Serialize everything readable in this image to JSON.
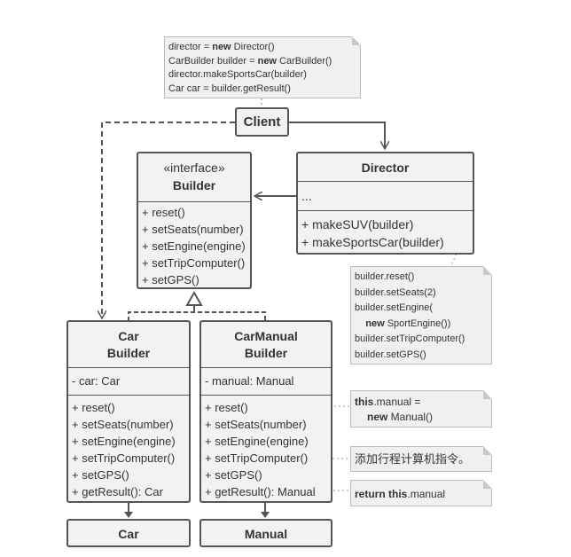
{
  "client_note": {
    "lines": [
      {
        "pre": "director = ",
        "kw": "new",
        "post": " Director()"
      },
      {
        "pre": "CarBuilder builder = ",
        "kw": "new",
        "post": " CarBuilder()"
      },
      {
        "pre": "director.makeSportsCar(builder)",
        "kw": "",
        "post": ""
      },
      {
        "pre": "Car car = builder.getResult()",
        "kw": "",
        "post": ""
      }
    ]
  },
  "client": {
    "title": "Client"
  },
  "builder_interface": {
    "stereotype": "«interface»",
    "title": "Builder",
    "methods": [
      "+ reset()",
      "+ setSeats(number)",
      "+ setEngine(engine)",
      "+ setTripComputer()",
      "+ setGPS()"
    ]
  },
  "director": {
    "title": "Director",
    "fields": [
      "..."
    ],
    "methods": [
      "+ makeSUV(builder)",
      "+ makeSportsCar(builder)"
    ]
  },
  "director_note": {
    "lines": [
      {
        "pre": "builder.reset()",
        "kw": "",
        "post": ""
      },
      {
        "pre": "builder.setSeats(2)",
        "kw": "",
        "post": ""
      },
      {
        "pre": "builder.setEngine(",
        "kw": "",
        "post": ""
      },
      {
        "pre": "    ",
        "kw": "new",
        "post": " SportEngine())"
      },
      {
        "pre": "builder.setTripComputer()",
        "kw": "",
        "post": ""
      },
      {
        "pre": "builder.setGPS()",
        "kw": "",
        "post": ""
      }
    ]
  },
  "car_builder": {
    "title_line1": "Car",
    "title_line2": "Builder",
    "fields": [
      "- car: Car"
    ],
    "methods": [
      "+ reset()",
      "+ setSeats(number)",
      "+ setEngine(engine)",
      "+ setTripComputer()",
      "+ setGPS()",
      "+ getResult(): Car"
    ]
  },
  "car_manual_builder": {
    "title_line1": "CarManual",
    "title_line2": "Builder",
    "fields": [
      "- manual: Manual"
    ],
    "methods": [
      "+ reset()",
      "+ setSeats(number)",
      "+ setEngine(engine)",
      "+ setTripComputer()",
      "+ setGPS()",
      "+ getResult(): Manual"
    ]
  },
  "reset_note": {
    "line1_kw": "this",
    "line1_post": ".manual =",
    "line2_kw": "new",
    "line2_post": " Manual()"
  },
  "trip_note": {
    "text": "添加行程计算机指令。"
  },
  "result_note": {
    "kw1": "return",
    "kw2": "this",
    "post": ".manual"
  },
  "car": {
    "title": "Car"
  },
  "manual": {
    "title": "Manual"
  }
}
